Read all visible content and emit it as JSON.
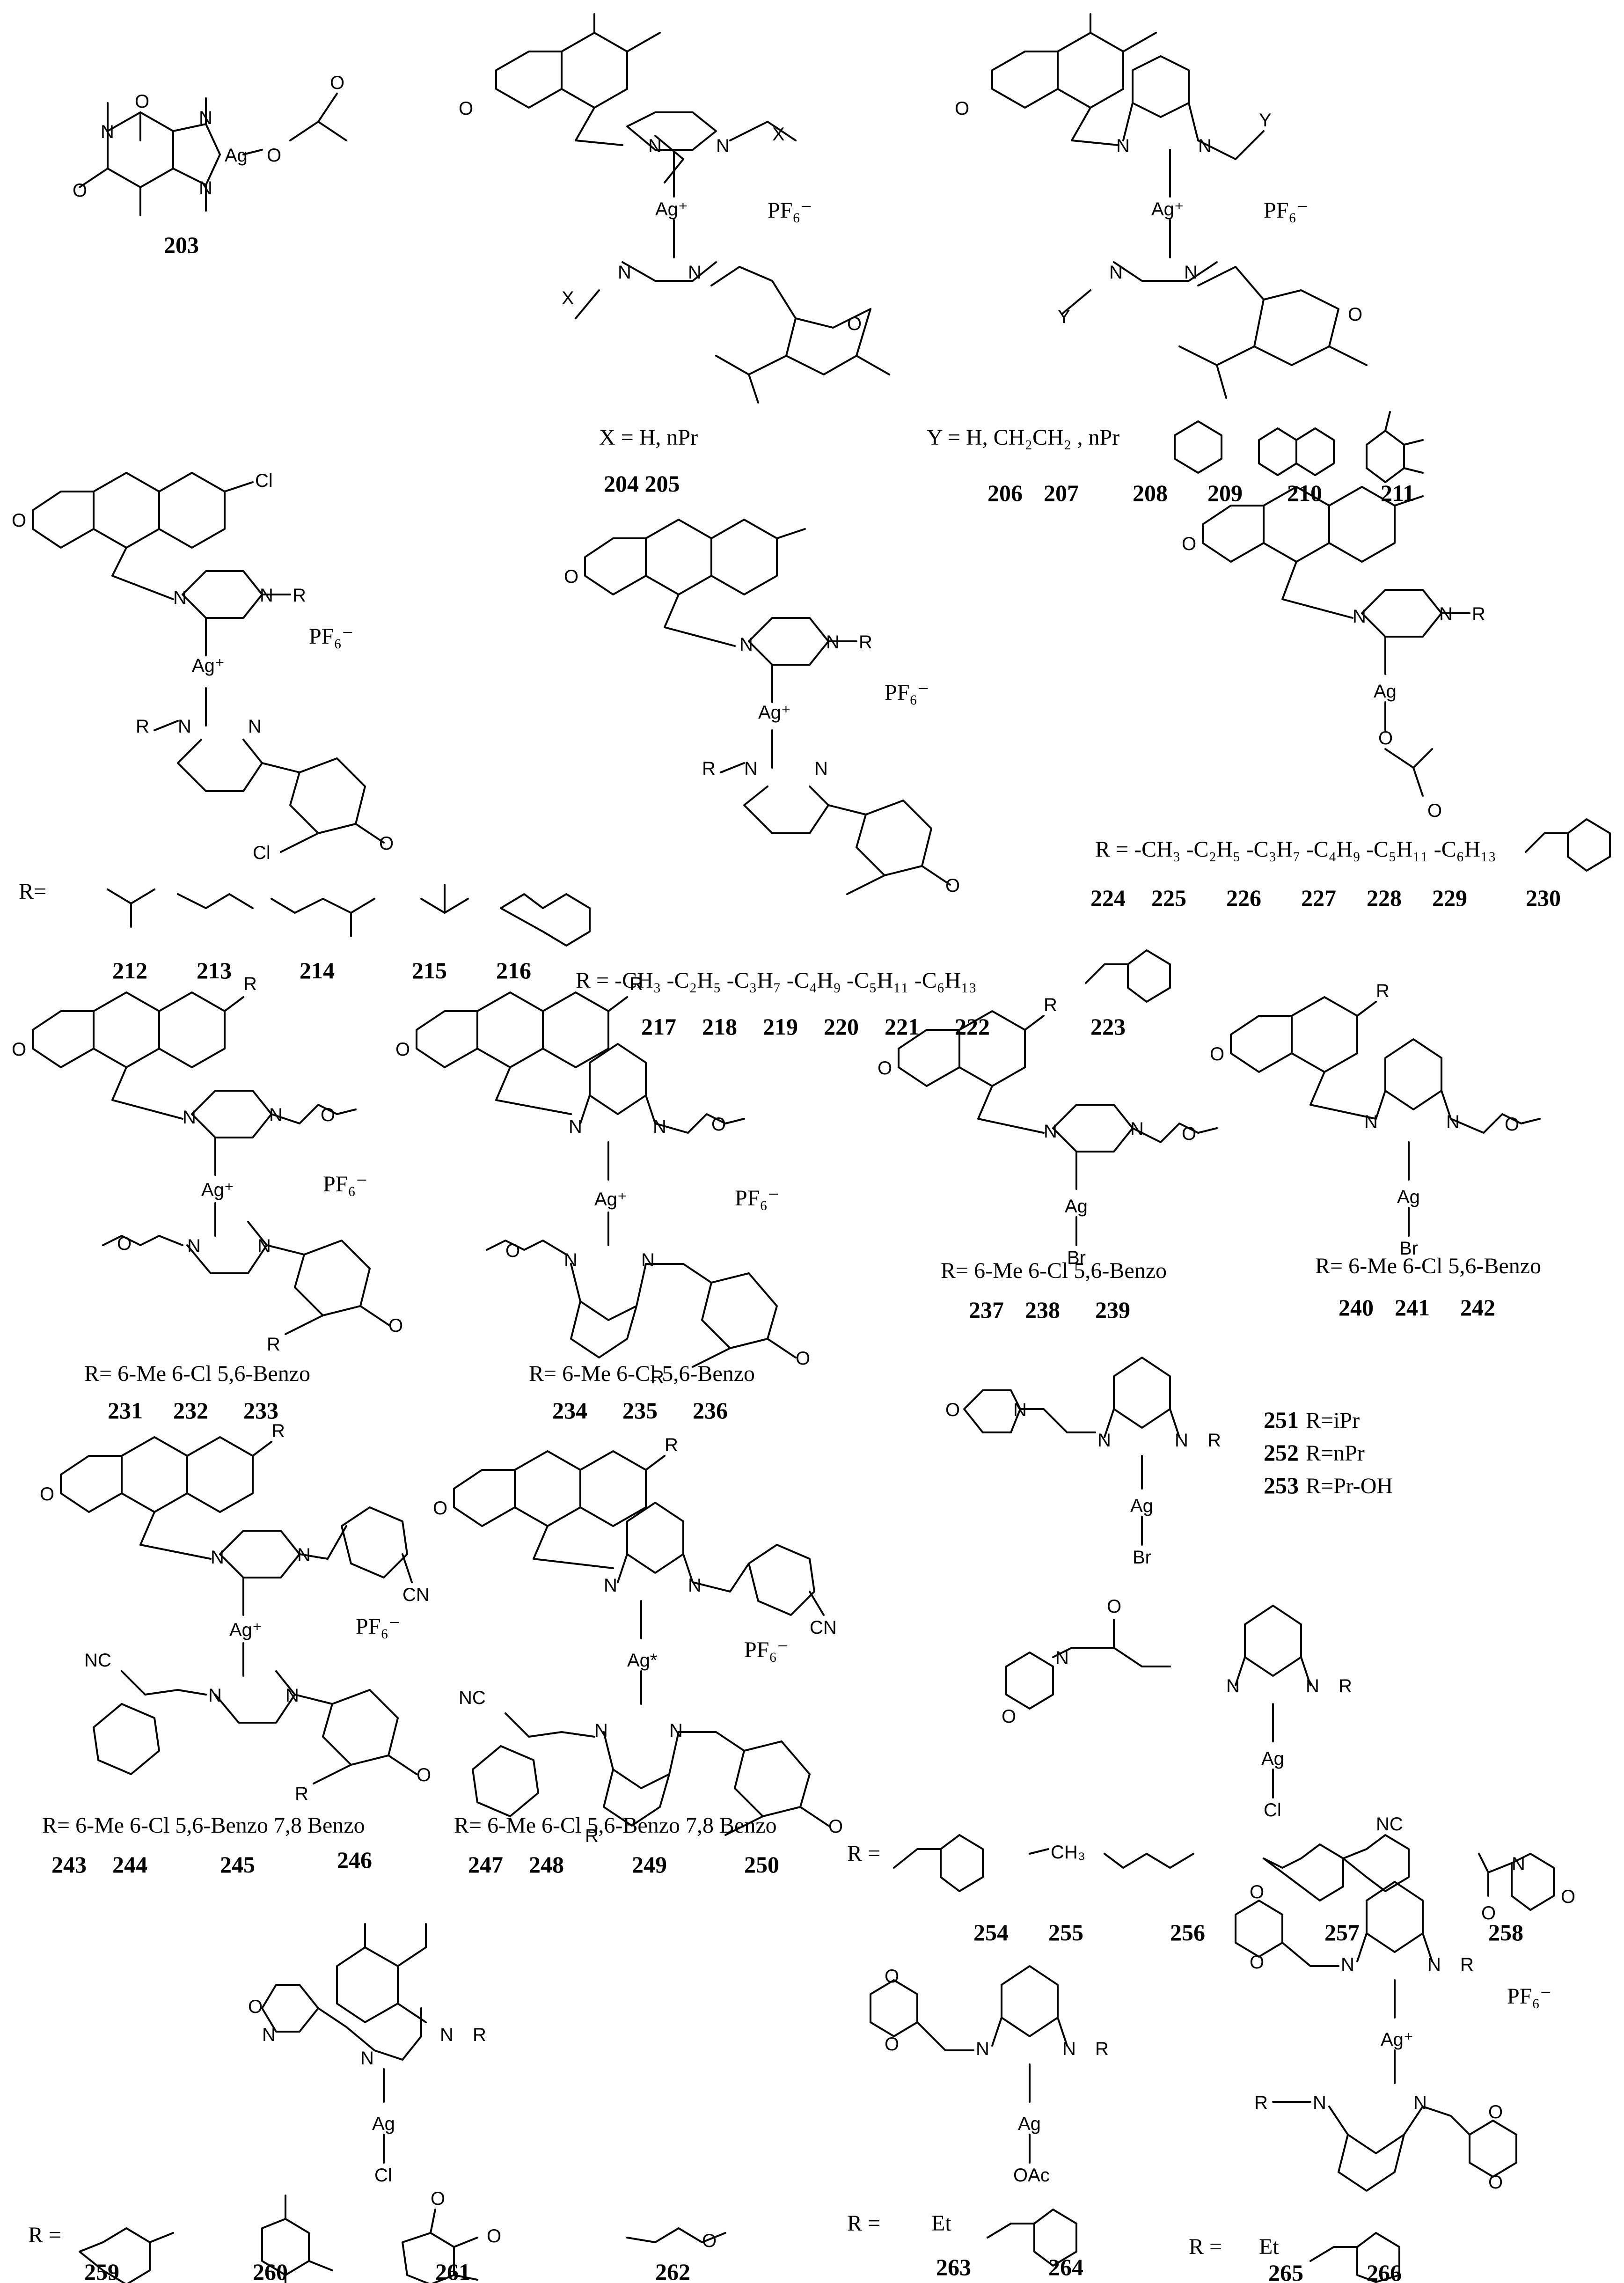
{
  "colors": {
    "ink": "#000000",
    "background": "#ffffff"
  },
  "figure": {
    "labels": {
      "c203": "203",
      "c204_205": "204 205",
      "c206": "206",
      "c207": "207",
      "c208": "208",
      "c209": "209",
      "c210": "210",
      "c211": "211",
      "c212": "212",
      "c213": "213",
      "c214": "214",
      "c215": "215",
      "c216": "216",
      "c217": "217",
      "c218": "218",
      "c219": "219",
      "c220": "220",
      "c221": "221",
      "c222": "222",
      "c223": "223",
      "c224": "224",
      "c225": "225",
      "c226": "226",
      "c227": "227",
      "c228": "228",
      "c229": "229",
      "c230": "230",
      "c231": "231",
      "c232": "232",
      "c233": "233",
      "c234": "234",
      "c235": "235",
      "c236": "236",
      "c237": "237",
      "c238": "238",
      "c239": "239",
      "c240": "240",
      "c241": "241",
      "c242": "242",
      "c243": "243",
      "c244": "244",
      "c245": "245",
      "c246": "246",
      "c247": "247",
      "c248": "248",
      "c249": "249",
      "c250": "250",
      "c251": "251",
      "c252": "252",
      "c253": "253",
      "c254": "254",
      "c255": "255",
      "c256": "256",
      "c257": "257",
      "c258": "258",
      "c259": "259",
      "c260": "260",
      "c261": "261",
      "c262": "262",
      "c263": "263",
      "c264": "264",
      "c265": "265",
      "c266": "266"
    },
    "substituent_lines": {
      "x_def": "X =  H,   nPr",
      "y_def": "Y = H, CH₂CH₂ , nPr",
      "r_212": "R=",
      "r_224": "R =  -CH₃ -C₂H₅ -C₃H₇ -C₄H₉ -C₅H₁₁ -C₆H₁₃",
      "r_217": "R =  -CH₃ -C₂H₅ -C₃H₇ -C₄H₉ -C₅H₁₁ -C₆H₁₃",
      "r_231": "R= 6-Me 6-Cl  5,6-Benzo",
      "r_234": "R= 6-Me 6-Cl  5,6-Benzo",
      "r_237": "R= 6-Me 6-Cl  5,6-Benzo",
      "r_240": "R= 6-Me 6-Cl  5,6-Benzo",
      "r_243": "R= 6-Me 6-Cl  5,6-Benzo 7,8 Benzo",
      "r_247": "R= 6-Me 6-Cl  5,6-Benzo  7,8 Benzo",
      "r_251": "R=iPr",
      "r_252": "R=nPr",
      "r_253": "R=Pr-OH",
      "r_254": "R =",
      "r_259": "R =",
      "r_263": "R =",
      "r_263_et": "Et",
      "r_265": "R =",
      "r_265_et": "Et"
    },
    "atoms": {
      "ag": "Ag",
      "agp": "Ag⁺",
      "ags": "Ag*",
      "n": "N",
      "o": "O",
      "r": "R",
      "pf6": "PF₆⁻",
      "br": "Br",
      "cl": "Cl",
      "cn": "CN",
      "nc": "NC",
      "oac": "OAc",
      "x": "X",
      "y": "Y",
      "ch3": "CH₃"
    }
  }
}
